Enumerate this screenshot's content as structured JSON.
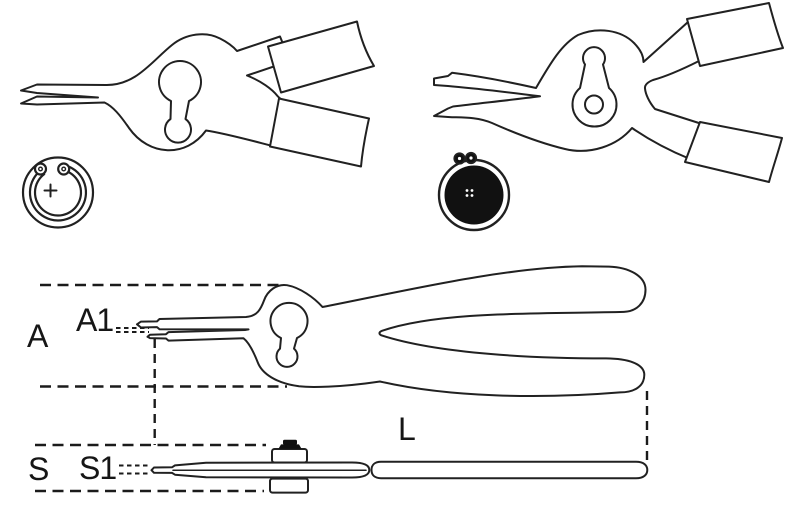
{
  "colors": {
    "background": "#ffffff",
    "line": "#212121",
    "solid_fill": "#111111"
  },
  "dimension_labels": {
    "A": "A",
    "A1": "A1",
    "L": "L",
    "S": "S",
    "S1": "S1"
  },
  "figures": {
    "top_left_pliers": "internal-circlip-pliers",
    "top_left_symbol": "internal-circlip-bore-symbol",
    "top_right_pliers": "external-circlip-pliers",
    "top_right_symbol": "external-circlip-shaft-symbol",
    "bottom_top_view": "pliers-top-view-dimensioned",
    "bottom_side_view": "pliers-side-view-dimensioned"
  }
}
